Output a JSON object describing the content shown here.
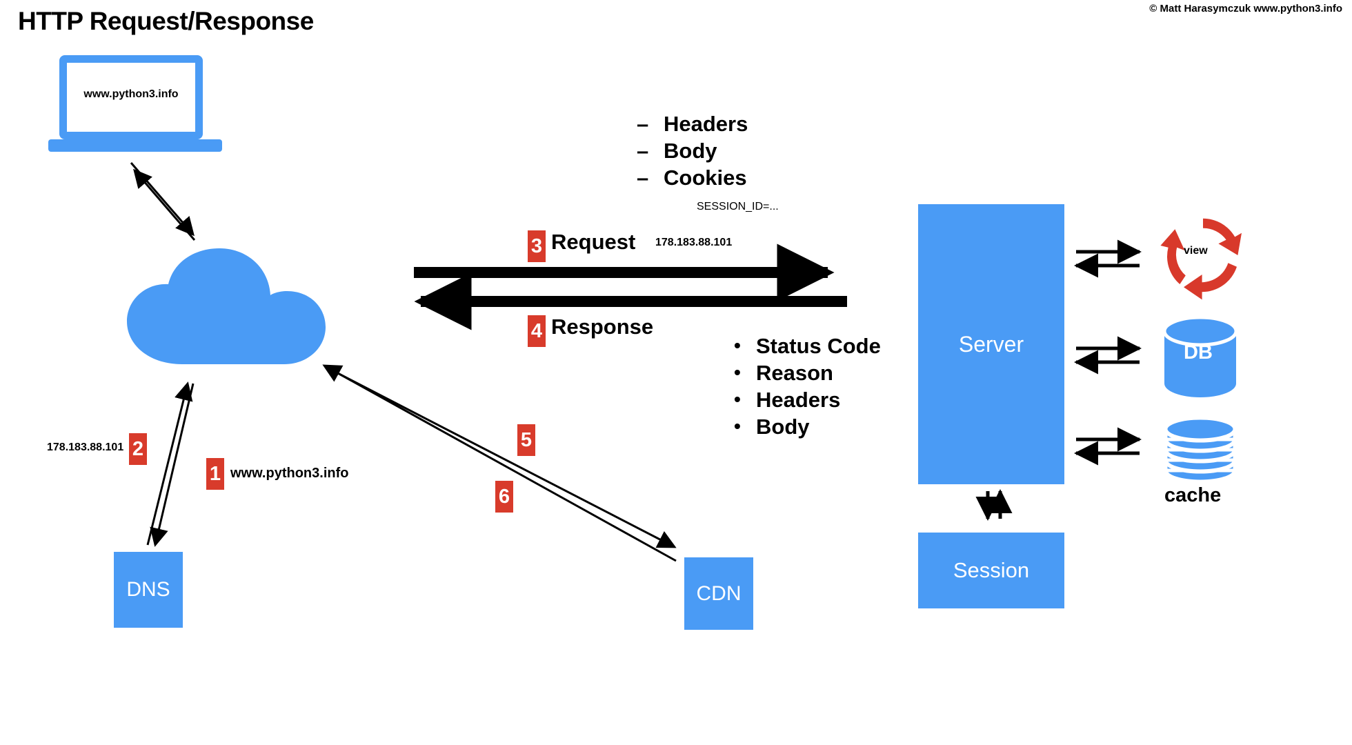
{
  "title": "HTTP Request/Response",
  "copyright": "© Matt Harasymczuk www.python3.info",
  "client": {
    "icon": "laptop-icon",
    "url": "www.python3.info"
  },
  "nodes": {
    "cloud": "internet-cloud-icon",
    "dns": "DNS",
    "cdn": "CDN",
    "server": "Server",
    "session": "Session",
    "db": "DB",
    "cache": "cache",
    "view": "view"
  },
  "steps": [
    {
      "number": "1",
      "label": "www.python3.info"
    },
    {
      "number": "2",
      "label": "178.183.88.101"
    },
    {
      "number": "3",
      "label": "Request"
    },
    {
      "number": "4",
      "label": "Response"
    },
    {
      "number": "5",
      "label": ""
    },
    {
      "number": "6",
      "label": ""
    }
  ],
  "request": {
    "badge": "3",
    "title": "Request",
    "ip": "178.183.88.101",
    "parts": [
      "Headers",
      "Body",
      "Cookies"
    ],
    "cookie_example": "SESSION_ID=..."
  },
  "response": {
    "badge": "4",
    "title": "Response",
    "parts": [
      "Status Code",
      "Reason",
      "Headers",
      "Body"
    ]
  },
  "dns_flow": {
    "query_badge": "1",
    "query_label": "www.python3.info",
    "answer_badge": "2",
    "answer_label": "178.183.88.101"
  },
  "cdn_flow": {
    "request_badge": "5",
    "response_badge": "6"
  },
  "colors": {
    "blue": "#4a9bf5",
    "red": "#d83b2b",
    "black": "#000000",
    "white": "#ffffff"
  }
}
